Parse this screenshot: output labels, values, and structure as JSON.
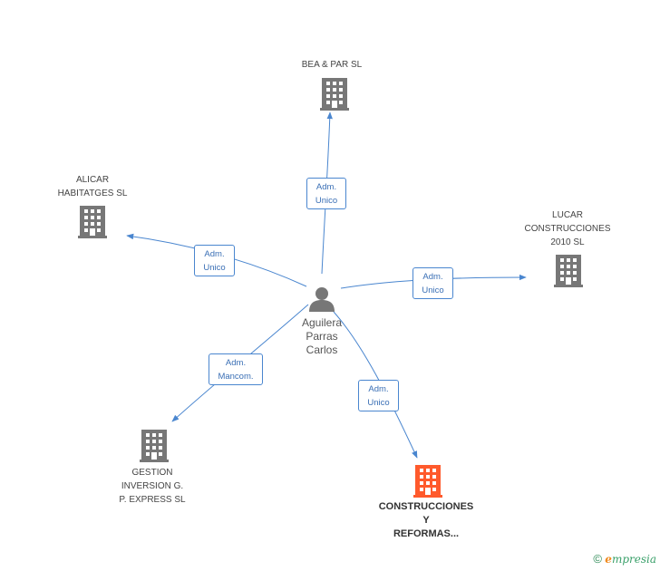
{
  "center_person": {
    "name": "Aguilera\nParras\nCarlos",
    "icon": "person-icon",
    "color": "#777777"
  },
  "companies": [
    {
      "id": "bea",
      "name": "BEA & PAR SL",
      "icon": "building-icon",
      "color": "#777777"
    },
    {
      "id": "alicar",
      "name": "ALICAR\nHABITATGES SL",
      "icon": "building-icon",
      "color": "#777777"
    },
    {
      "id": "lucar",
      "name": "LUCAR\nCONSTRUCCIONES\n2010 SL",
      "icon": "building-icon",
      "color": "#777777"
    },
    {
      "id": "gestion",
      "name": "GESTION\nINVERSION G.\nP. EXPRESS SL",
      "icon": "building-icon",
      "color": "#777777"
    },
    {
      "id": "construcciones",
      "name": "CONSTRUCCIONES\nY\nREFORMAS...",
      "icon": "building-icon",
      "color": "#ff5a2c"
    }
  ],
  "relations": [
    {
      "to": "bea",
      "label": "Adm.\nUnico"
    },
    {
      "to": "alicar",
      "label": "Adm.\nUnico"
    },
    {
      "to": "lucar",
      "label": "Adm.\nUnico"
    },
    {
      "to": "gestion",
      "label": "Adm.\nMancom."
    },
    {
      "to": "construcciones",
      "label": "Adm.\nUnico"
    }
  ],
  "edge_color": "#4a86cf",
  "footer": {
    "symbol": "©",
    "brand_initial": "e",
    "brand_rest": "mpresia"
  }
}
